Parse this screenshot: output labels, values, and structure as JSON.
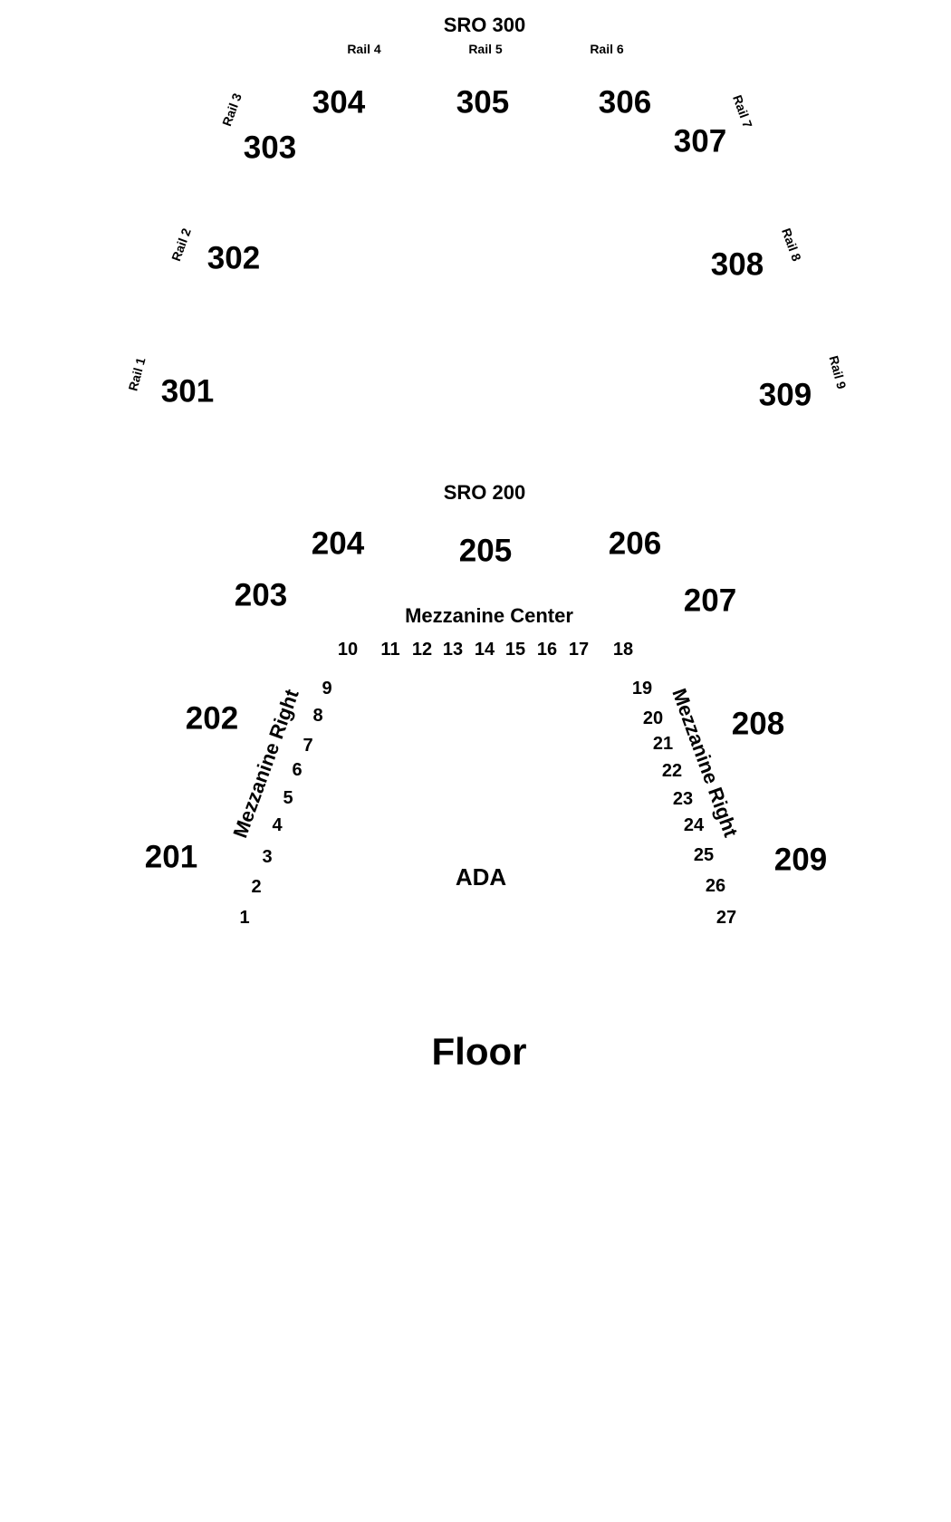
{
  "upper_level": {
    "sro": "SRO 300",
    "rails": [
      "Rail 1",
      "Rail 2",
      "Rail 3",
      "Rail 4",
      "Rail 5",
      "Rail 6",
      "Rail 7",
      "Rail 8",
      "Rail 9"
    ],
    "sections": [
      "301",
      "302",
      "303",
      "304",
      "305",
      "306",
      "307",
      "308",
      "309"
    ]
  },
  "lower_level": {
    "sro": "SRO 200",
    "sections": [
      "201",
      "202",
      "203",
      "204",
      "205",
      "206",
      "207",
      "208",
      "209"
    ],
    "mezzanine_center": {
      "label": "Mezzanine Center",
      "boxes": [
        "10",
        "11",
        "12",
        "13",
        "14",
        "15",
        "16",
        "17",
        "18"
      ]
    },
    "mezzanine_left": {
      "label": "Mezzanine Right",
      "boxes": [
        "1",
        "2",
        "3",
        "4",
        "5",
        "6",
        "7",
        "8",
        "9"
      ]
    },
    "mezzanine_right": {
      "label": "Mezzanine Right",
      "boxes": [
        "19",
        "20",
        "21",
        "22",
        "23",
        "24",
        "25",
        "26",
        "27"
      ]
    },
    "ada": "ADA"
  },
  "floor": "Floor"
}
